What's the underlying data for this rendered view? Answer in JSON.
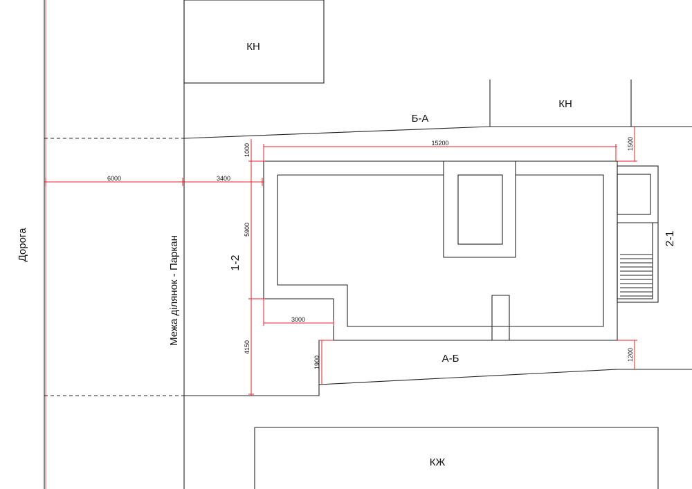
{
  "labels": {
    "road": "Дорога",
    "boundary": "Межа ділянок - Паркан",
    "kn_top": "КН",
    "kn_right": "КН",
    "kzh": "КЖ",
    "section_ba": "Б-А",
    "section_ab": "А-Б",
    "section_12": "1-2",
    "section_21": "2-1"
  },
  "dimensions": {
    "d6000": "6000",
    "d3400": "3400",
    "d15200": "15200",
    "d1000": "1000",
    "d1500": "1500",
    "d5900": "5900",
    "d3000": "3000",
    "d4150": "4150",
    "d1900": "1900",
    "d1200": "1200"
  }
}
